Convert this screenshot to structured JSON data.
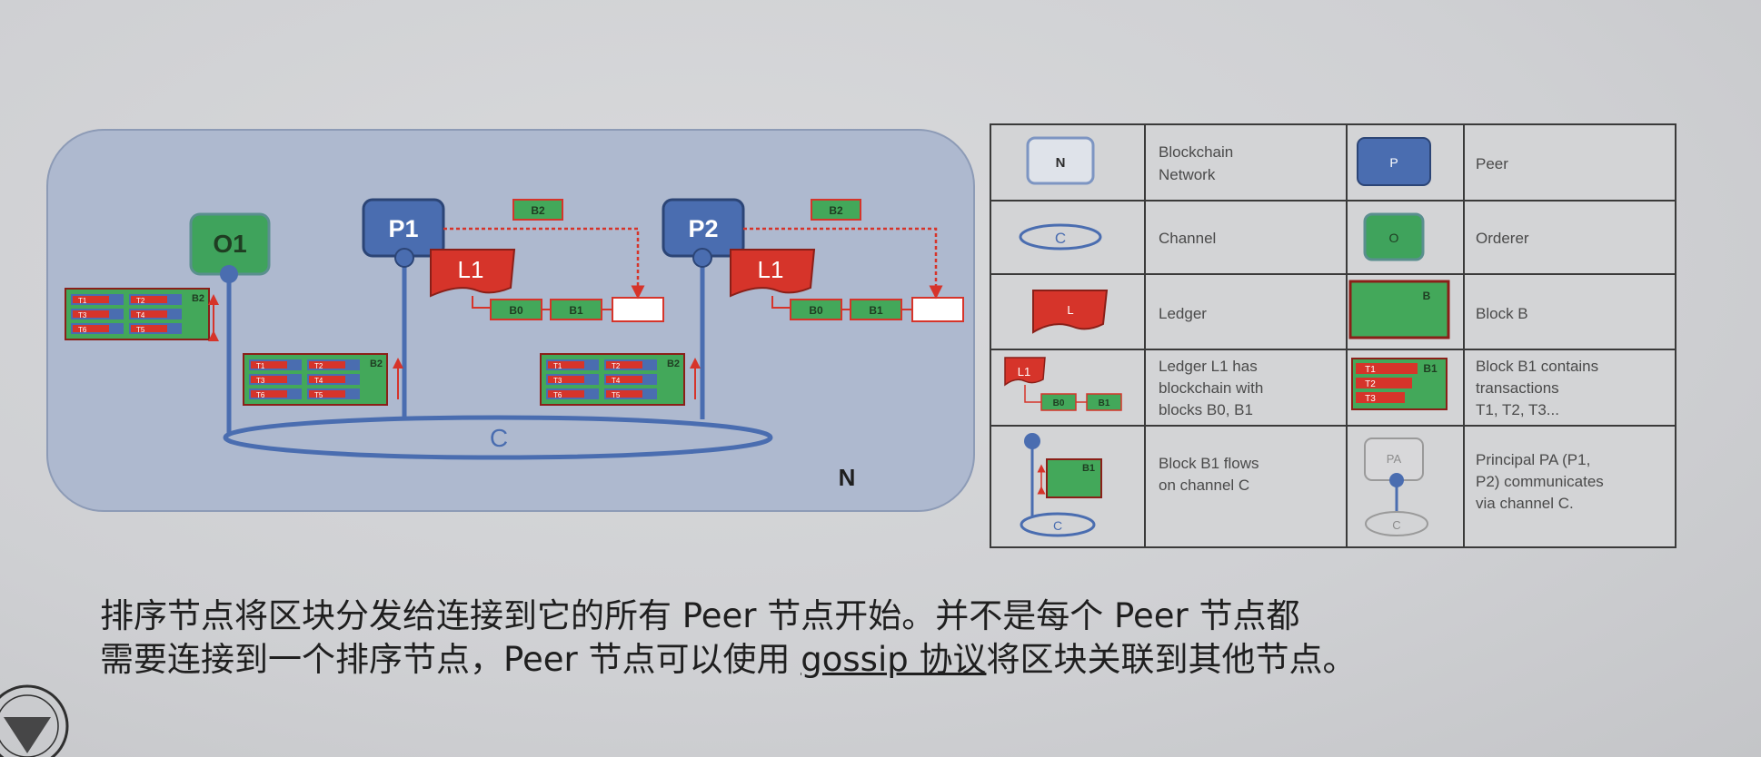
{
  "network": {
    "nodes": {
      "o1": "O1",
      "p1": "P1",
      "p2": "P2",
      "l1_p1": "L1",
      "l1_p2": "L1",
      "channel": "C",
      "network": "N"
    },
    "flow_block": "B2",
    "chain_blocks": [
      "B0",
      "B1"
    ],
    "tx_block": {
      "label": "B2",
      "rows": [
        [
          "T1",
          "T2"
        ],
        [
          "T3",
          "T4"
        ],
        [
          "T6",
          "T5"
        ]
      ]
    }
  },
  "legend": {
    "rows": [
      {
        "left_icon": "N",
        "left_text": [
          "Blockchain",
          "Network"
        ],
        "right_icon": "P",
        "right_text": [
          "Peer"
        ]
      },
      {
        "left_icon": "C",
        "left_text": [
          "Channel"
        ],
        "right_icon": "O",
        "right_text": [
          "Orderer"
        ]
      },
      {
        "left_icon": "L",
        "left_text": [
          "Ledger"
        ],
        "right_icon": "B",
        "right_text": [
          "Block B"
        ]
      },
      {
        "left_icon": "L1",
        "left_sub": [
          "B0",
          "B1"
        ],
        "left_text": [
          "Ledger L1 has",
          "blockchain with",
          "blocks B0, B1"
        ],
        "right_icon": "B1",
        "right_sub": [
          "T1",
          "T2",
          "T3"
        ],
        "right_text": [
          "Block B1 contains",
          "transactions",
          "T1, T2, T3..."
        ]
      },
      {
        "left_icon": "B1",
        "left_sub": [
          "C"
        ],
        "left_text": [
          "Block B1 flows",
          "on channel C"
        ],
        "right_icon": "PA",
        "right_sub": [
          "C"
        ],
        "right_text": [
          "Principal PA (P1,",
          "P2) communicates",
          "via channel C."
        ]
      }
    ]
  },
  "caption": {
    "line1": "排序节点将区块分发给连接到它的所有 Peer 节点开始。并不是每个 Peer 节点都",
    "line2_a": "需要连接到一个排序节点，Peer 节点可以使用 ",
    "line2_link": "gossip 协议",
    "line2_b": "将区块关联到其他节点。"
  },
  "colors": {
    "network_bg": "#aeb9cf",
    "peer": "#4a6db0",
    "orderer": "#3fa35c",
    "ledger": "#d6342a",
    "block": "#43a85a",
    "channel": "#4a6db0"
  }
}
